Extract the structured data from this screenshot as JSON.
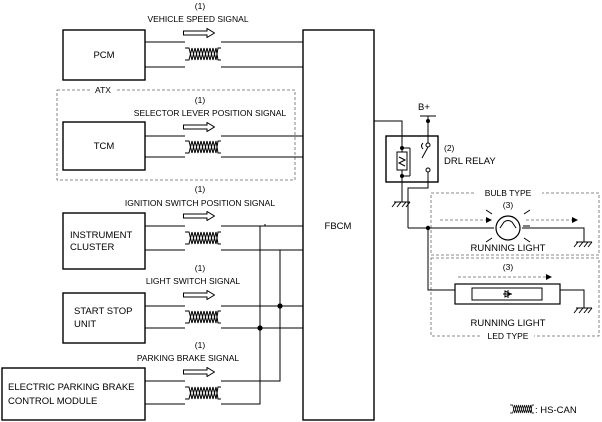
{
  "modules": {
    "pcm": "PCM",
    "tcm": "TCM",
    "instrument_cluster_line1": "INSTRUMENT",
    "instrument_cluster_line2": "CLUSTER",
    "start_stop_line1": "START STOP",
    "start_stop_line2": "UNIT",
    "epb_line1": "ELECTRIC PARKING BRAKE",
    "epb_line2": "CONTROL MODULE",
    "fbcm": "FBCM"
  },
  "groups": {
    "atx": "ATX",
    "bulb_type": "BULB TYPE",
    "led_type": "LED TYPE"
  },
  "signals": {
    "number": "(1)",
    "vehicle_speed": "VEHICLE SPEED SIGNAL",
    "selector_lever": "SELECTOR LEVER POSITION SIGNAL",
    "ignition_switch": "IGNITION SWITCH POSITION SIGNAL",
    "light_switch": "LIGHT SWITCH SIGNAL",
    "parking_brake": "PARKING BRAKE SIGNAL"
  },
  "relay": {
    "number": "(2)",
    "label": "DRL RELAY",
    "supply": "B+"
  },
  "lights": {
    "number": "(3)",
    "bulb_label": "RUNNING LIGHT",
    "led_label": "RUNNING LIGHT"
  },
  "legend": {
    "hs_can": ": HS-CAN"
  }
}
